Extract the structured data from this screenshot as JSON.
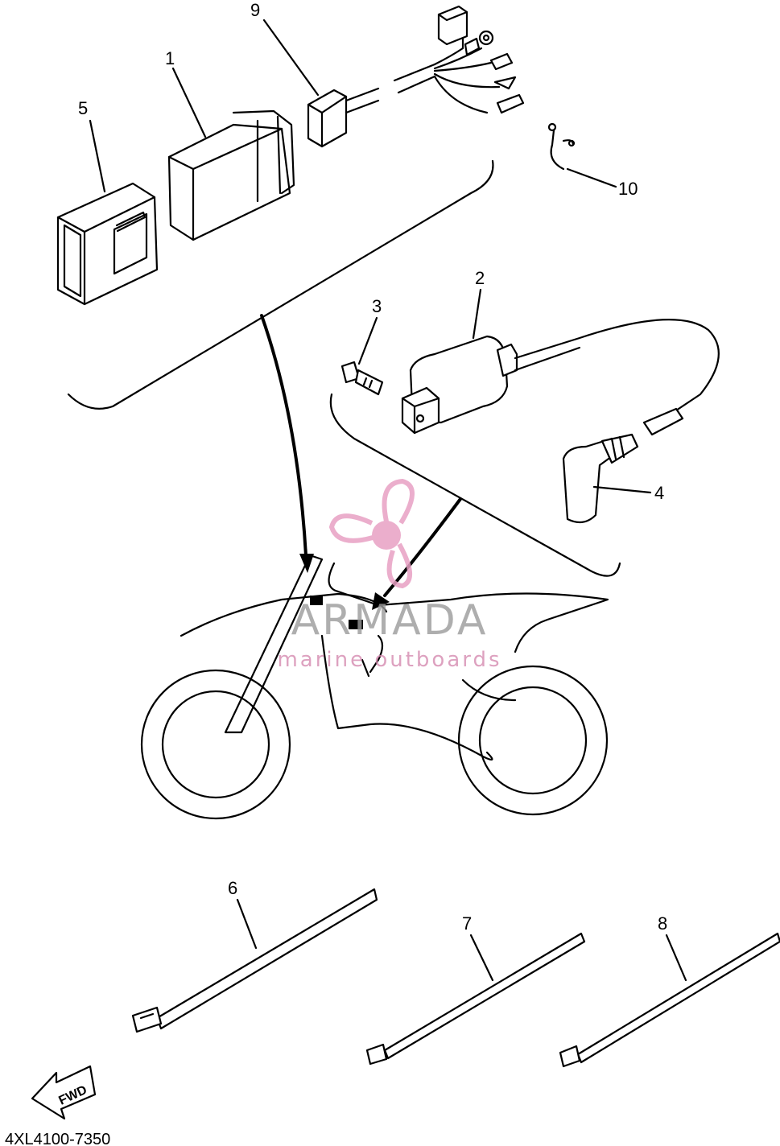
{
  "parts": [
    {
      "num": "1"
    },
    {
      "num": "2"
    },
    {
      "num": "3"
    },
    {
      "num": "4"
    },
    {
      "num": "5"
    },
    {
      "num": "6"
    },
    {
      "num": "7"
    },
    {
      "num": "8"
    },
    {
      "num": "9"
    },
    {
      "num": "10"
    }
  ],
  "fwd_label": "FWD",
  "diagram_code": "4XL4100-7350",
  "watermark": {
    "brand": "ARMADA",
    "tagline": "marine outboards",
    "color": "#e8a0c4"
  }
}
